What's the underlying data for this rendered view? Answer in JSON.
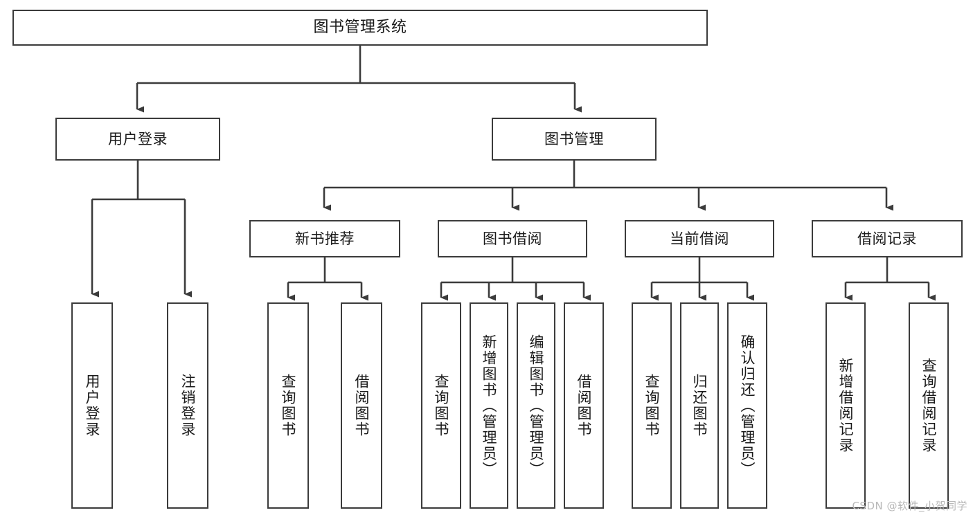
{
  "diagram": {
    "title": "图书管理系统",
    "type": "tree-hierarchy-chart",
    "stroke_color": "#3b3b3b",
    "fill_color": "#ffffff",
    "text_color": "#1a1a1a"
  },
  "nodes": {
    "root": {
      "label": "图书管理系统"
    },
    "level2": [
      {
        "label": "用户登录"
      },
      {
        "label": "图书管理"
      }
    ],
    "level3": [
      {
        "label": "新书推荐"
      },
      {
        "label": "图书借阅"
      },
      {
        "label": "当前借阅"
      },
      {
        "label": "借阅记录"
      }
    ],
    "leaves": [
      {
        "label": "用户登录"
      },
      {
        "label": "注销登录"
      },
      {
        "label": "查询图书"
      },
      {
        "label": "借阅图书"
      },
      {
        "label": "查询图书"
      },
      {
        "label": "新增图书（管理员）"
      },
      {
        "label": "编辑图书（管理员）"
      },
      {
        "label": "借阅图书"
      },
      {
        "label": "查询图书"
      },
      {
        "label": "归还图书"
      },
      {
        "label": "确认归还（管理员）"
      },
      {
        "label": "新增借阅记录"
      },
      {
        "label": "查询借阅记录"
      }
    ]
  },
  "watermark": {
    "text": "CSDN @软件_小贺同学"
  }
}
